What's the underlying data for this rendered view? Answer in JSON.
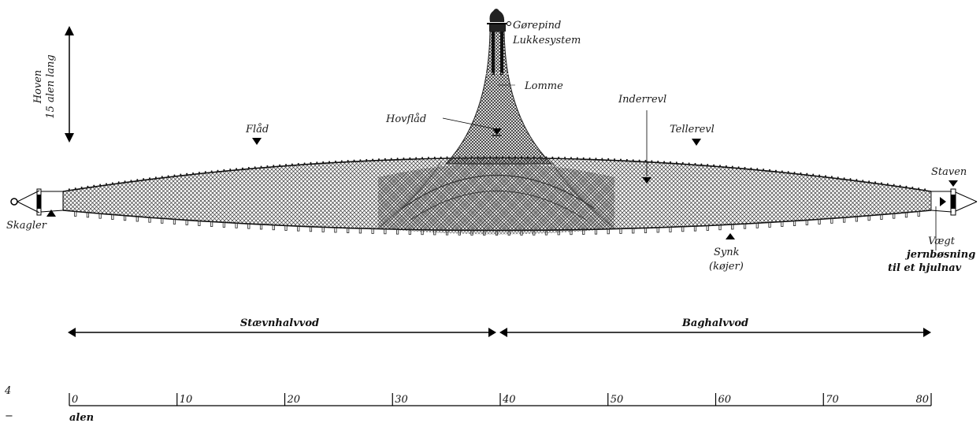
{
  "labels": {
    "gorepind": "Gørepind",
    "lukkesystem": "Lukkesystem",
    "lomme": "Lomme",
    "hovflaad": "Hovflåd",
    "inderrevl": "Inderrevl",
    "flaad": "Flåd",
    "tellerevl": "Tellerevl",
    "staven": "Staven",
    "skagler": "Skagler",
    "synk": "Synk",
    "kojer": "(køjer)",
    "vaegt": "Vægt",
    "jernbosning": "jernbøsning",
    "hjulnav": "til et hjulnav",
    "hoven_1": "Hoven",
    "hoven_2": "15 alen lang"
  },
  "sections": {
    "front": "Stævnhalvvod",
    "back": "Baghalvvod"
  },
  "scale": {
    "unit": "alen",
    "ticks": [
      "0",
      "10",
      "20",
      "30",
      "40",
      "50",
      "60",
      "70",
      "80"
    ]
  },
  "margin_marks": [
    "4",
    "−"
  ]
}
